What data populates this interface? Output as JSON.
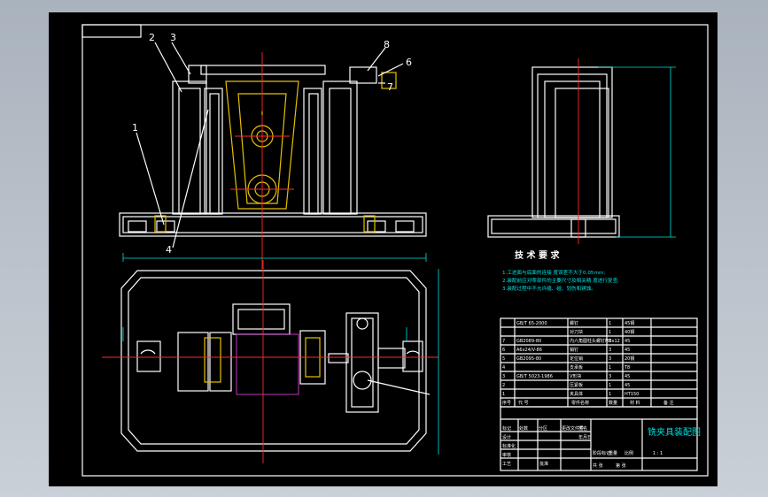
{
  "drawing": {
    "balloons": [
      "1",
      "2",
      "3",
      "4",
      "6",
      "7",
      "8"
    ],
    "tech_requirements": {
      "heading": "技 术 要 求",
      "lines": [
        "1.工进面与底面的连接 度误差不大于0.05mm;",
        "2.装配前应对零部件的主要尺寸及相关精 度进行复查;",
        "3.装配过程中不允许磕、碰、划伤和锈蚀。"
      ]
    },
    "parts_list": {
      "rows": [
        {
          "no": "",
          "code": "GB/T 65-2000",
          "name": "螺钉",
          "qty": "1",
          "mat": "45钢"
        },
        {
          "no": "",
          "code": "",
          "name": "对刀块",
          "qty": "1",
          "mat": "40钢"
        },
        {
          "no": "7",
          "code": "GB2089-80",
          "name": "内六角圆柱头螺钉M6x12",
          "qty": "2",
          "mat": "45"
        },
        {
          "no": "6",
          "code": "A6x24/V-86",
          "name": "销钉",
          "qty": "3",
          "mat": "45"
        },
        {
          "no": "5",
          "code": "GB2095-80",
          "name": "定位销",
          "qty": "3",
          "mat": "20钢"
        },
        {
          "no": "4",
          "code": "",
          "name": "支承板",
          "qty": "1",
          "mat": "T8"
        },
        {
          "no": "3",
          "code": "GB/T 5023-1986",
          "name": "V形块",
          "qty": "3",
          "mat": "45"
        },
        {
          "no": "2",
          "code": "",
          "name": "压紧板",
          "qty": "1",
          "mat": "45"
        },
        {
          "no": "1",
          "code": "",
          "name": "夹具体",
          "qty": "1",
          "mat": "HT150"
        }
      ],
      "header": {
        "no": "序号",
        "code": "代 号",
        "name": "零件名称",
        "qty": "数量",
        "mat": "材 料",
        "note": "备 注"
      }
    },
    "title_block": {
      "title": "铣夹具装配图",
      "scale": "1 : 1",
      "labels": [
        "标记",
        "处数",
        "分区",
        "更改文件号",
        "签名",
        "年月日",
        "设计",
        "标准化",
        "审核",
        "工艺",
        "批准",
        "阶段标记",
        "重量",
        "比例",
        "共 张",
        "第 张"
      ]
    }
  }
}
